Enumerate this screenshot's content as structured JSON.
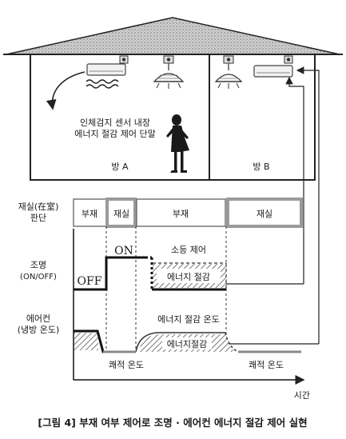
{
  "room_a": {
    "label": "방 A",
    "note_line1": "인체검지 센서 내장",
    "note_line2": "에너지 절감 제어 단말"
  },
  "room_b": {
    "label": "방 B"
  },
  "occupancy": {
    "label_line1": "재실(在室)",
    "label_line2": "판단",
    "segments": [
      "부재",
      "재실",
      "부재",
      "재실"
    ]
  },
  "lighting": {
    "label_line1": "조명",
    "label_line2": "(ON/OFF)",
    "off": "OFF",
    "on": "ON",
    "dim_control": "소등 제어",
    "energy_saving": "에너지 절감"
  },
  "aircon": {
    "label_line1": "에어컨",
    "label_line2": "(냉방 온도)",
    "energy_temp": "에너지 절감 온도",
    "energy_saving": "에너지절감",
    "comfort_1": "쾌적 온도",
    "comfort_2": "쾌적 온도"
  },
  "time_axis_label": "시간",
  "caption": "[그림 4] 부재 여부 제어로 조명 · 에어컨 에너지 절감 제어 실현"
}
